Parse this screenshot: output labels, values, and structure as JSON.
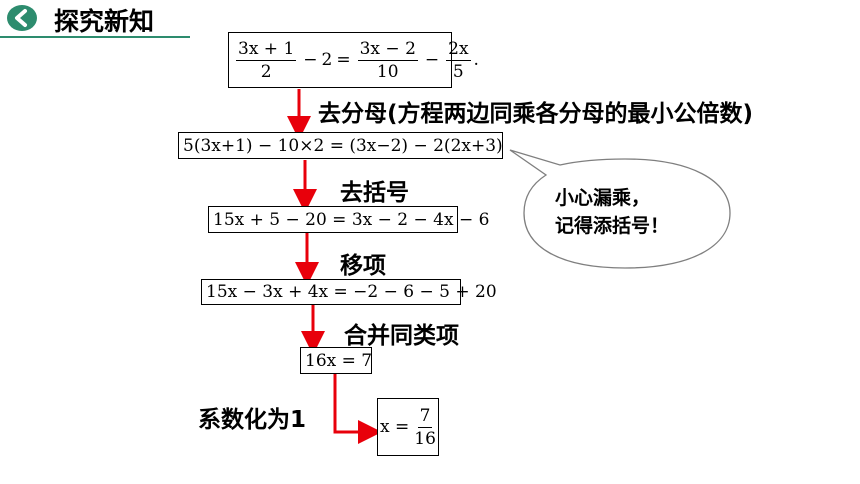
{
  "header": {
    "title": "探究新知",
    "accent_color": "#2d8c6e",
    "icon": "chevron-left-circle-icon"
  },
  "equations": {
    "eq1": {
      "f1_num": "3x + 1",
      "f1_den": "2",
      "minus1": "−",
      "two": "2",
      "eq": "=",
      "f2_num": "3x − 2",
      "f2_den": "10",
      "minus2": "−",
      "f3_num": "2x",
      "f3_den": "5",
      "end": "."
    },
    "eq2": {
      "text": "5(3x+1) − 10×2 = (3x−2) − 2(2x+3)"
    },
    "eq3": {
      "text": "15x + 5 − 20 = 3x − 2 − 4x − 6"
    },
    "eq4": {
      "text": "15x − 3x + 4x = −2 − 6 − 5 + 20"
    },
    "eq5": {
      "text": "16x = 7"
    },
    "eq6": {
      "lhs": "x =",
      "num": "7",
      "den": "16"
    }
  },
  "steps": {
    "s1": "去分母(方程两边同乘各分母的最小公倍数)",
    "s2": "去括号",
    "s3": "移项",
    "s4": "合并同类项",
    "s5": "系数化为1"
  },
  "bubble": {
    "line1": "小心漏乘，",
    "line2": "记得添括号！"
  },
  "colors": {
    "arrow": "#e8000b"
  }
}
